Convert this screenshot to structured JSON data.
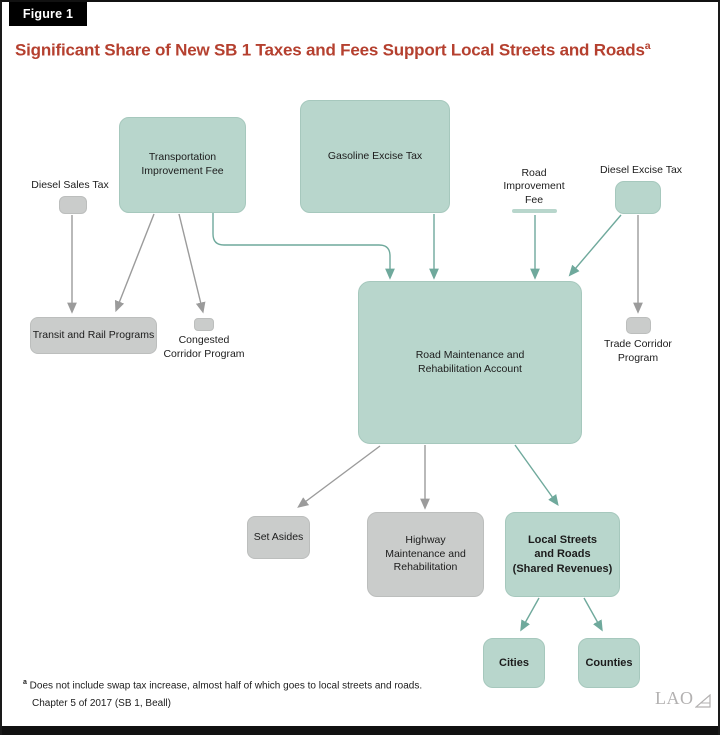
{
  "figure": {
    "label": "Figure 1"
  },
  "title": {
    "text": "Significant Share of New SB 1 Taxes and Fees Support Local Streets and Roads",
    "footnote_marker": "a"
  },
  "nodes": {
    "diesel_sales_tax": {
      "label": "Diesel Sales Tax",
      "style": "gray-small"
    },
    "transportation_improvement_fee": {
      "label": "Transportation\nImprovement Fee",
      "style": "teal"
    },
    "gasoline_excise_tax": {
      "label": "Gasoline Excise Tax",
      "style": "teal"
    },
    "road_improvement_fee": {
      "label": "Road\nImprovement\nFee",
      "style": "teal-bar"
    },
    "diesel_excise_tax": {
      "label": "Diesel Excise Tax",
      "style": "teal-small"
    },
    "transit_and_rail": {
      "label": "Transit and Rail Programs",
      "style": "gray"
    },
    "congested_corridor": {
      "label": "Congested\nCorridor Program",
      "style": "gray-small"
    },
    "rmra": {
      "label": "Road Maintenance and\nRehabilitation Account",
      "style": "teal"
    },
    "trade_corridor": {
      "label": "Trade Corridor\nProgram",
      "style": "gray-small"
    },
    "set_asides": {
      "label": "Set Asides",
      "style": "gray"
    },
    "highway_maintenance": {
      "label": "Highway\nMaintenance and\nRehabilitation",
      "style": "gray"
    },
    "local_streets_roads": {
      "label": "Local Streets\nand Roads\n(Shared Revenues)",
      "style": "teal-bold"
    },
    "cities": {
      "label": "Cities",
      "style": "teal-bold"
    },
    "counties": {
      "label": "Counties",
      "style": "teal-bold"
    }
  },
  "edges": [
    {
      "from": "diesel_sales_tax",
      "to": "transit_and_rail",
      "color": "gray"
    },
    {
      "from": "transportation_improvement_fee",
      "to": "transit_and_rail",
      "color": "gray"
    },
    {
      "from": "transportation_improvement_fee",
      "to": "congested_corridor",
      "color": "gray"
    },
    {
      "from": "transportation_improvement_fee",
      "to": "rmra",
      "color": "teal"
    },
    {
      "from": "gasoline_excise_tax",
      "to": "rmra",
      "color": "teal"
    },
    {
      "from": "road_improvement_fee",
      "to": "rmra",
      "color": "teal"
    },
    {
      "from": "diesel_excise_tax",
      "to": "rmra",
      "color": "teal"
    },
    {
      "from": "diesel_excise_tax",
      "to": "trade_corridor",
      "color": "gray"
    },
    {
      "from": "rmra",
      "to": "set_asides",
      "color": "gray"
    },
    {
      "from": "rmra",
      "to": "highway_maintenance",
      "color": "gray"
    },
    {
      "from": "rmra",
      "to": "local_streets_roads",
      "color": "teal"
    },
    {
      "from": "local_streets_roads",
      "to": "cities",
      "color": "teal"
    },
    {
      "from": "local_streets_roads",
      "to": "counties",
      "color": "teal"
    }
  ],
  "footnote": {
    "marker": "a",
    "text": " Does not include swap tax increase, almost half of which goes to local streets and roads."
  },
  "source": "Chapter 5 of 2017 (SB 1, Beall)",
  "logo": {
    "text": "LAO"
  },
  "colors": {
    "teal_fill": "#b8d6cc",
    "gray_fill": "#cacccb",
    "teal_arrow": "#6fa99c",
    "gray_arrow": "#9b9b9b",
    "title_red": "#b5402f",
    "frame_black": "#111111"
  }
}
